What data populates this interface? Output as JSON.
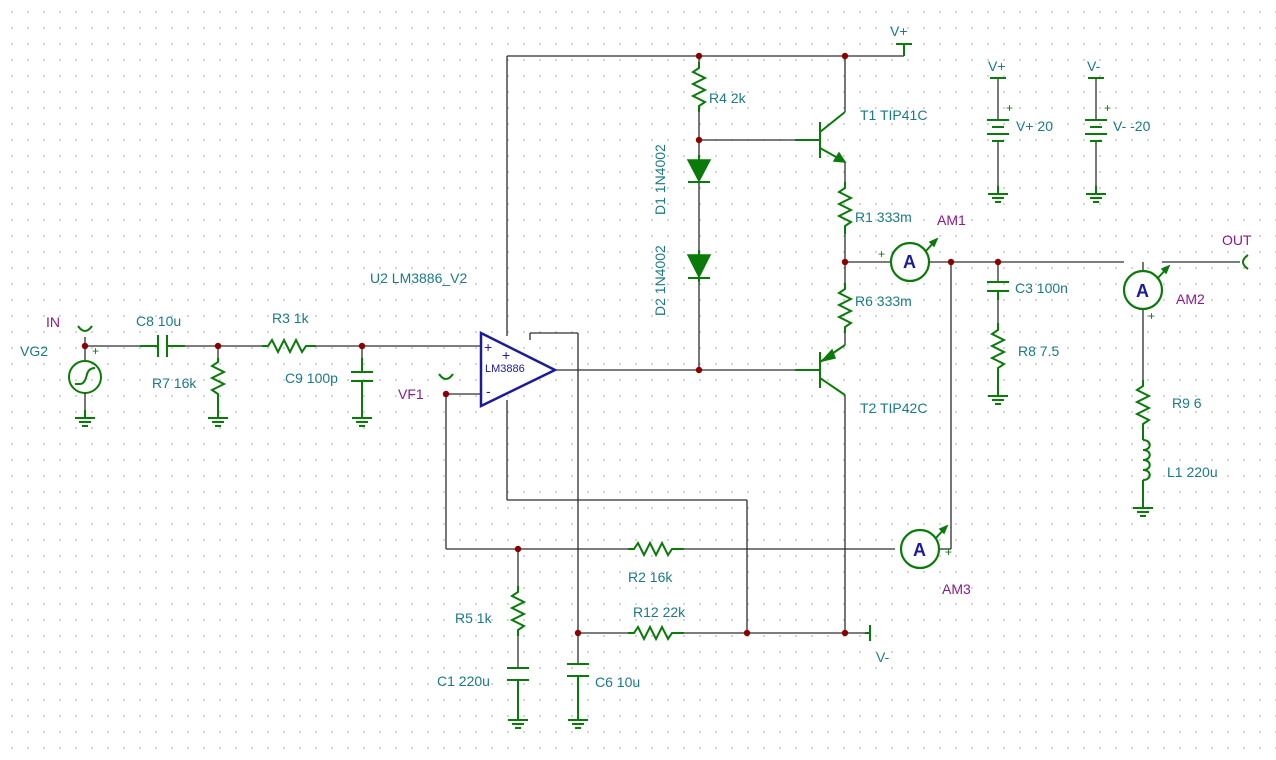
{
  "labels": {
    "in": "IN",
    "vg2": "VG2",
    "c8": "C8 10u",
    "r3": "R3 1k",
    "r7": "R7 16k",
    "c9": "C9 100p",
    "u2": "U2 LM3886_V2",
    "opamp_part": "LM3886",
    "vf1": "VF1",
    "r4": "R4 2k",
    "d1": "D1 1N4002",
    "d2": "D2 1N4002",
    "t1": "T1 TIP41C",
    "t2": "T2 TIP42C",
    "r1": "R1 333m",
    "r6": "R6 333m",
    "am1": "AM1",
    "am2": "AM2",
    "am3": "AM3",
    "out": "OUT",
    "c3": "C3 100n",
    "r8": "R8 7.5",
    "r9": "R9 6",
    "l1": "L1 220u",
    "r2": "R2 16k",
    "r5": "R5 1k",
    "c1": "C1 220u",
    "c6": "C6 10u",
    "r12": "R12 22k",
    "vplus_rail": "V+",
    "vminus_rail": "V-",
    "vplus_src_top": "V+",
    "vplus_src": "V+ 20",
    "vminus_src_top": "V-",
    "vminus_src": "V- -20",
    "meter_symbol": "A",
    "plus_sign": "+",
    "minus_sign": "-"
  },
  "colors": {
    "component": "#0a7a0a",
    "wire": "#2e2e2e",
    "label": "#1a7a86",
    "probe_label": "#8a1a8a",
    "opamp": "#1a1a9a",
    "junction": "#8a0000"
  },
  "icons": {
    "source": "signal-generator-icon",
    "meter": "ammeter-icon",
    "ground": "ground-icon",
    "battery": "battery-icon",
    "diode": "diode-icon"
  }
}
